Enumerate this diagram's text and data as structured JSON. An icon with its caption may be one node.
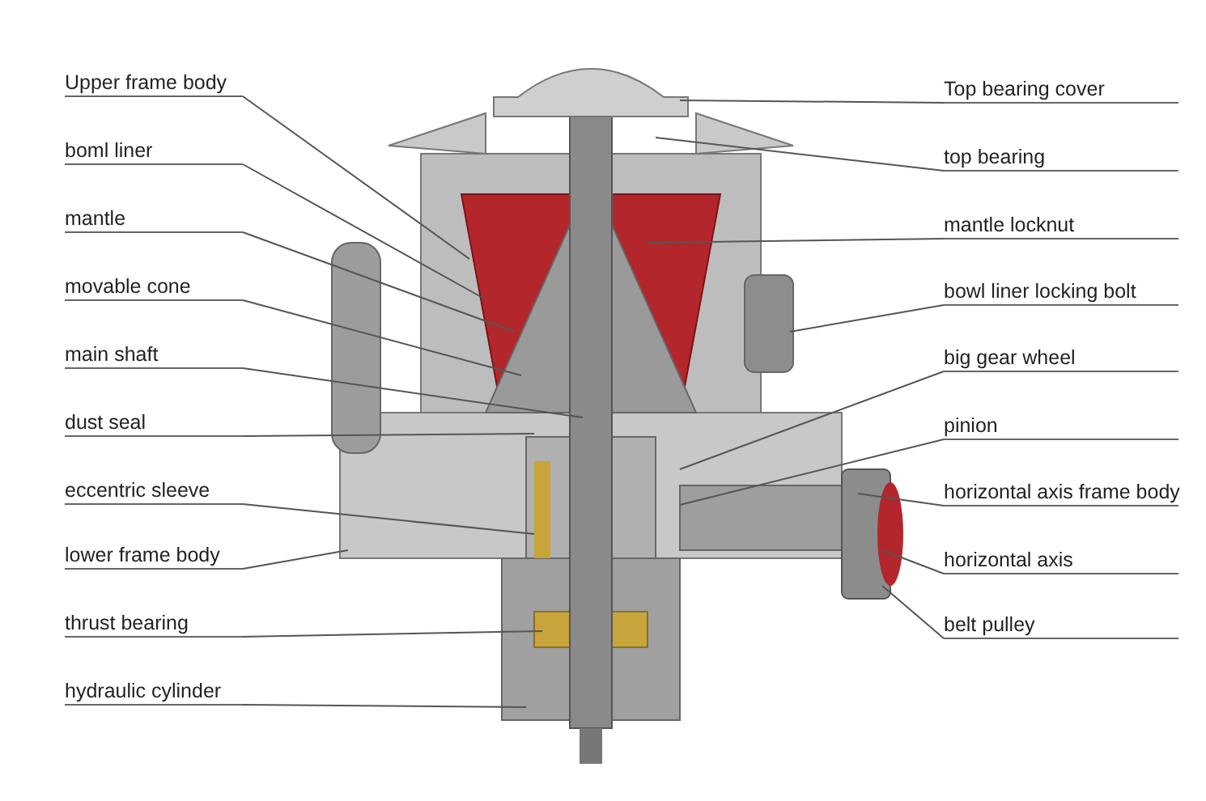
{
  "diagram": {
    "nodes": [
      {
        "text": [
          "Upper frame body"
        ]
      },
      {
        "text": [
          "boml liner"
        ]
      },
      {
        "text": [
          "mantle"
        ]
      },
      {
        "text": [
          "movable cone"
        ]
      },
      {
        "text": [
          "main shaft"
        ]
      },
      {
        "text": [
          "dust seal"
        ]
      },
      {
        "text": [
          "eccentric sleeve"
        ]
      },
      {
        "text": [
          "lower frame body"
        ]
      },
      {
        "text": [
          "thrust bearing"
        ]
      },
      {
        "text": [
          "hydraulic cylinder"
        ]
      },
      {
        "text": [
          "Top bearing cover"
        ]
      },
      {
        "text": [
          "top bearing"
        ]
      },
      {
        "text": [
          "mantle locknut"
        ]
      },
      {
        "text": [
          "bowl liner locking bolt"
        ]
      },
      {
        "text": [
          "big gear wheel"
        ]
      },
      {
        "text": [
          "pinion"
        ]
      },
      {
        "text": [
          "horizontal axis frame body"
        ]
      },
      {
        "text": [
          "horizontal axis"
        ]
      },
      {
        "text": [
          "belt pulley"
        ]
      }
    ],
    "edges": [
      {
        "from": 0,
        "to": null,
        "arrow": "none"
      },
      {
        "from": 1,
        "to": null,
        "arrow": "none"
      },
      {
        "from": 2,
        "to": null,
        "arrow": "none"
      },
      {
        "from": 3,
        "to": null,
        "arrow": "none"
      },
      {
        "from": 4,
        "to": null,
        "arrow": "none"
      },
      {
        "from": 5,
        "to": null,
        "arrow": "none"
      },
      {
        "from": 6,
        "to": null,
        "arrow": "none"
      },
      {
        "from": 7,
        "to": null,
        "arrow": "none"
      },
      {
        "from": 8,
        "to": null,
        "arrow": "none"
      },
      {
        "from": 9,
        "to": null,
        "arrow": "none"
      },
      {
        "from": 10,
        "to": null,
        "arrow": "none"
      },
      {
        "from": 11,
        "to": null,
        "arrow": "none"
      },
      {
        "from": 12,
        "to": null,
        "arrow": "none"
      },
      {
        "from": 13,
        "to": null,
        "arrow": "none"
      },
      {
        "from": 14,
        "to": null,
        "arrow": "none"
      },
      {
        "from": 15,
        "to": null,
        "arrow": "none"
      },
      {
        "from": 16,
        "to": null,
        "arrow": "none"
      },
      {
        "from": 17,
        "to": null,
        "arrow": "none"
      },
      {
        "from": 18,
        "to": null,
        "arrow": "none"
      }
    ]
  }
}
